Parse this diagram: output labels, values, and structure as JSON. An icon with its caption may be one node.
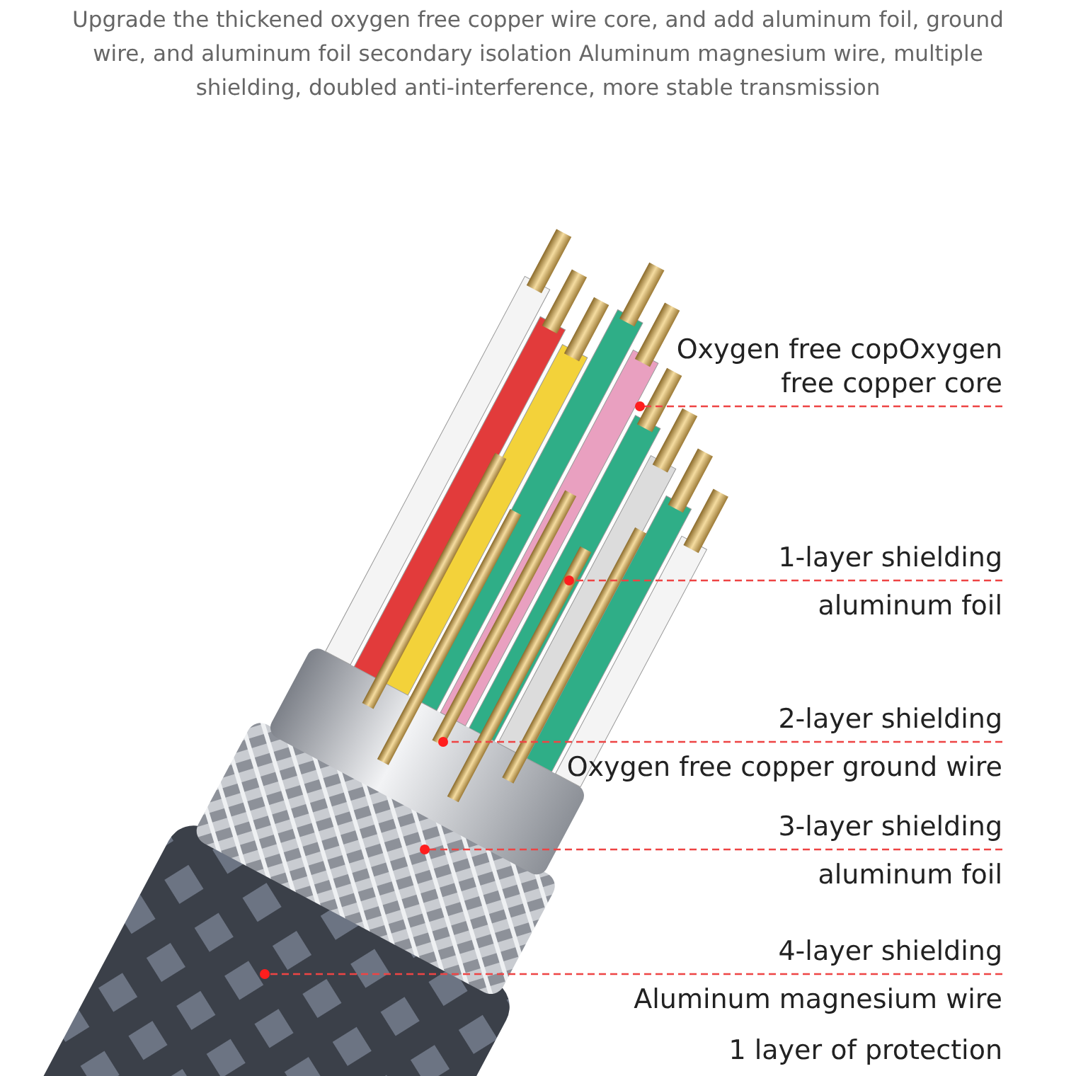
{
  "diagram": {
    "nodes": [
      {
        "text": [
          "Oxygen free copOxygen free copper core"
        ]
      },
      {
        "text": [
          "1-layer shielding",
          "aluminum foil"
        ]
      },
      {
        "text": [
          "2-layer shielding",
          "Oxygen free copper ground wire"
        ]
      },
      {
        "text": [
          "3-layer shielding",
          "aluminum foil"
        ]
      },
      {
        "text": [
          "4-layer shielding",
          "Aluminum magnesium wire"
        ]
      },
      {
        "text": [
          "1 layer of protection"
        ]
      }
    ],
    "edges": [
      {
        "from": 0,
        "to": null,
        "arrow": "other",
        "style": "dashed"
      },
      {
        "from": 1,
        "to": null,
        "arrow": "other",
        "style": "dashed"
      },
      {
        "from": 2,
        "to": null,
        "arrow": "other",
        "style": "dashed"
      },
      {
        "from": 3,
        "to": null,
        "arrow": "other",
        "style": "dashed"
      },
      {
        "from": 4,
        "to": null,
        "arrow": "other",
        "style": "dashed"
      }
    ],
    "labels": [
      "Upgrade the thickened oxygen free copper wire core, and add aluminum foil, ground wire, and aluminum foil secondary isolation Aluminum magnesium wire, multiple shielding, doubled anti-interference, more stable transmission"
    ]
  }
}
